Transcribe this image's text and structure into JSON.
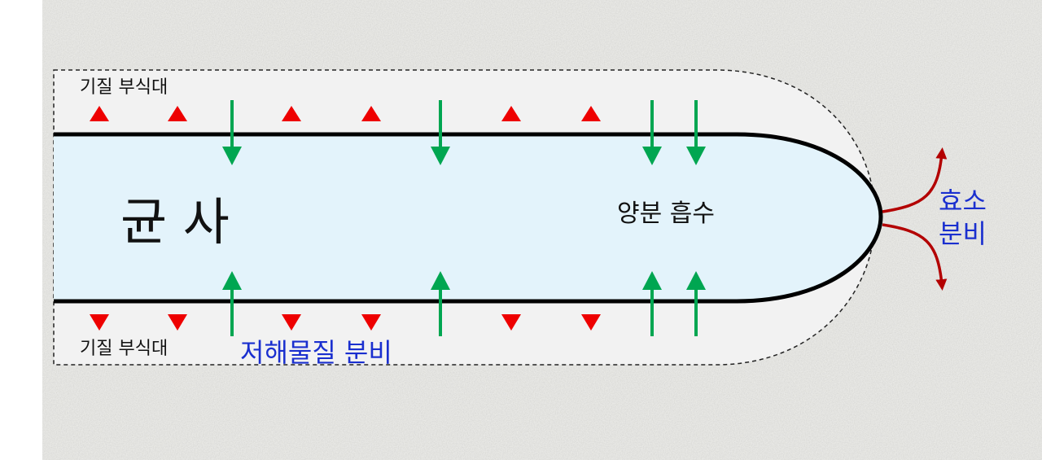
{
  "labels": {
    "zone_top": "기질 부식대",
    "zone_bottom": "기질 부식대",
    "hypha": "균 사",
    "absorption": "양분 흡수",
    "secretion_inhibitor": "저해물질 분비",
    "enzyme_line1": "효소",
    "enzyme_line2": "분비"
  },
  "colors": {
    "background": "#e9e9e6",
    "halo_fill": "#f2f2f2",
    "hypha_fill": "#e3f3fb",
    "hypha_outline": "#000000",
    "green_arrow": "#00a651",
    "red_triangle": "#ee0000",
    "enzyme_arrow": "#b30000",
    "blue_text": "#1a2fcf"
  }
}
